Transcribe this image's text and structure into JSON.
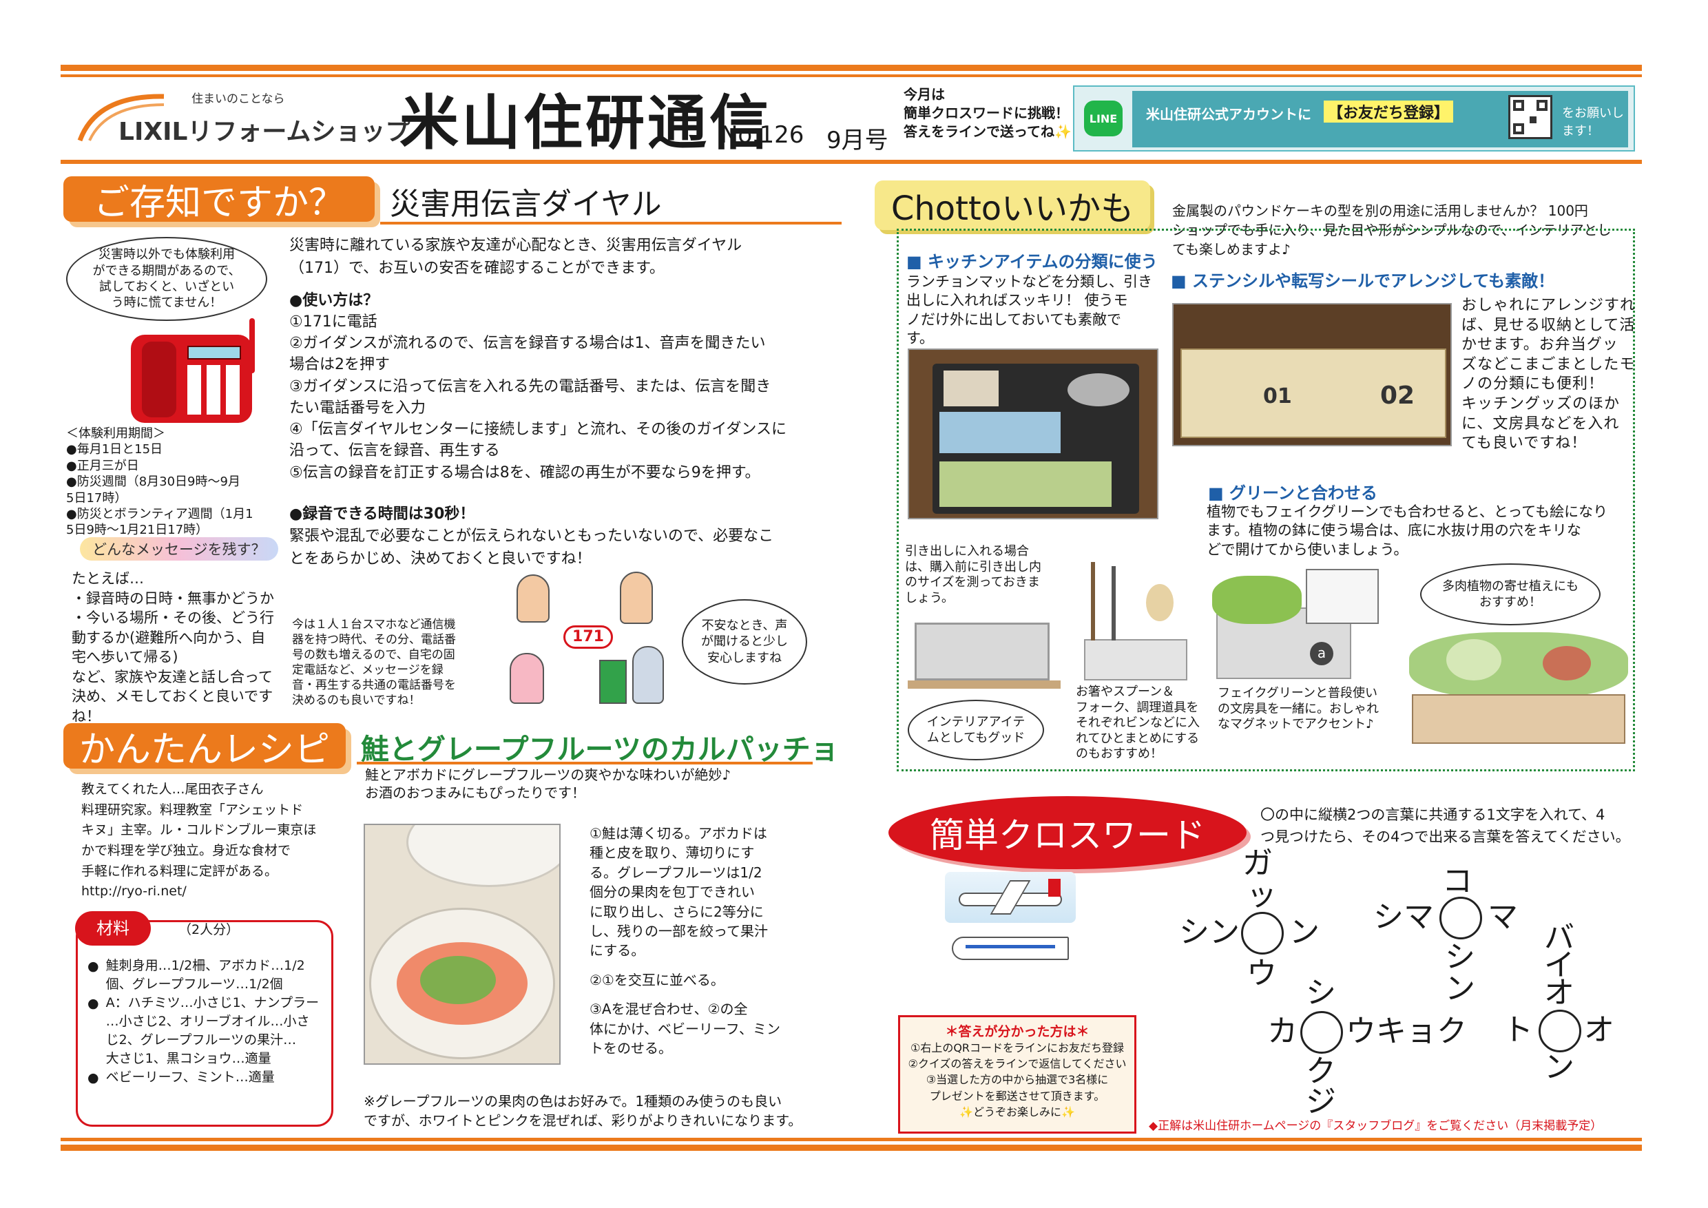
{
  "header": {
    "logo_tagline": "住まいのことなら",
    "logo_name": "LIXILリフォームショップ",
    "title": "米山住研通信",
    "issue_no": "No.126",
    "month": "9月号",
    "promo": "今月は\n簡単クロスワードに挑戦！\n答えをラインで送ってね✨",
    "line_label": "LINE",
    "line_text": "米山住研公式アカウントに",
    "line_highlight": "【お友だち登録】",
    "line_tail": "をお願いします！"
  },
  "know": {
    "badge": "ご存知ですか？",
    "title": "災害用伝言ダイヤル",
    "bubble": "災害時以外でも体験利用\nができる期間があるので、\n試しておくと、いざとい\nう時に慌てません！",
    "intro": "災害時に離れている家族や友達が心配なとき、災害用伝言ダイヤル\n（171）で、お互いの安否を確認することができます。",
    "howto_title": "●使い方は？",
    "steps": [
      "①171に電話",
      "②ガイダンスが流れるので、伝言を録音する場合は1、音声を聞きたい\n場合は2を押す",
      "③ガイダンスに沿って伝言を入れる先の電話番号、または、伝言を聞き\nたい電話番号を入力",
      "④「伝言ダイヤルセンターに接続します」と流れ、その後のガイダンスに\n沿って、伝言を録音、再生する",
      "⑤伝言の録音を訂正する場合は8を、確認の再生が不要なら9を押す。"
    ],
    "rec_title": "●録音できる時間は30秒！",
    "rec_text": "緊張や混乱で必要なことが伝えられないともったいないので、必要なこ\nとをあらかじめ、決めておくと良いですね！",
    "trial": "＜体験利用期間＞\n●毎月1日と15日\n●正月三が日\n●防災週間（8月30日9時～9月\n5日17時）\n●防災とボランティア週間（1月1\n5日9時～1月21日17時）",
    "msg_badge": "どんなメッセージを残す？",
    "msg_text": "たとえば…\n・録音時の日時・無事かどうか\n・今いる場所・その後、どう行\n動するか(避難所へ向かう、自\n宅へ歩いて帰る)\nなど、家族や友達と話し合って\n決め、メモしておくと良いです\nね！",
    "note": "今は１人１台スマホなど通信機\n器を持つ時代、その分、電話番\n号の数も増えるので、自宅の固\n定電話など、メッセージを録\n音・再生する共通の電話番号を\n決めるのも良いですね！",
    "center_label": "171",
    "bubble2": "不安なとき、声\nが聞けると少し\n安心しますね"
  },
  "recipe": {
    "badge": "かんたんレシピ",
    "title": "鮭とグレープフルーツのカルパッチョ",
    "subtitle": "鮭とアボカドにグレープフルーツの爽やかな味わいが絶妙♪\nお酒のおつまみにもぴったりです！",
    "teacher": "教えてくれた人…尾田衣子さん\n料理研究家。料理教室「アシェットド\nキヌ」主宰。ル・コルドンブルー東京ほ\nかで料理を学び独立。身近な食材で\n手軽に作れる料理に定評がある。\nhttp://ryo-ri.net/",
    "ing_label": "材料",
    "ing_serv": "（2人分）",
    "ingredients": [
      "鮭刺身用…1/2柵、アボカド…1/2\n個、グレープフルーツ…1/2個",
      "A：ハチミツ…小さじ1、ナンプラー\n…小さじ2、オリーブオイル…小さ\nじ2、グレープフルーツの果汁…\n大さじ1、黒コショウ…適量",
      "ベビーリーフ、ミント…適量"
    ],
    "steps": [
      "①鮭は薄く切る。アボカドは\n種と皮を取り、薄切りにす\nる。グレープフルーツは1/2\n個分の果肉を包丁できれい\nに取り出し、さらに2等分に\nし、残りの一部を絞って果汁\nにする。",
      "②①を交互に並べる。",
      "③Aを混ぜ合わせ、②の全\n体にかけ、ベビーリーフ、ミン\nトをのせる。"
    ],
    "note": "※グレープフルーツの果肉の色はお好みで。1種類のみ使うのも良い\nですが、ホワイトとピンクを混ぜれば、彩りがよりきれいになります。"
  },
  "chotto": {
    "badge": "Chottoいいかも",
    "intro": "金属製のパウンドケーキの型を別の用途に活用しませんか？ 100円\nショップでも手に入り、見た目や形がシンプルなので、インテリアとし\nても楽しめますよ♪",
    "kitchen_title": "■ キッチンアイテムの分類に使う",
    "kitchen_text": "ランチョンマットなどを分類し、引き\n出しに入れればスッキリ！ 使うモ\nノだけ外に出しておいても素敵で\nす。",
    "stencil_title": "■ ステンシルや転写シールでアレンジしても素敵！",
    "stencil_text": "おしゃれにアレンジすれ\nば、見せる収納として活\nかせます。お弁当グッ\nズなどこまごまとしたモ\nノの分類にも便利！\nキッチングッズのほか\nに、文房具などを入れ\nても良いですね！",
    "box1": "01",
    "box2": "02",
    "green_title": "■ グリーンと合わせる",
    "green_text": "植物でもフェイクグリーンでも合わせると、とっても絵になり\nます。植物の鉢に使う場合は、底に水抜け用の穴をキリな\nどで開けてから使いましょう。",
    "drawer_note": "引き出しに入れる場合\nは、購入前に引き出し内\nのサイズを測っておきま\nしょう。",
    "interior_bubble": "インテリアアイテ\nムとしてもグッド",
    "utensil_note": "お箸やスプーン＆\nフォーク、調理道具を\nそれぞれビンなどに入\nれてひとまとめにする\nのもおすすめ！",
    "fake_note": "フェイクグリーンと普段使い\nの文房具を一緒に。おしゃれ\nなマグネットでアクセント♪",
    "succulent_bubble": "多肉植物の寄せ植えにも\nおすすめ！",
    "magnet": "a"
  },
  "crossword": {
    "badge": "簡単クロスワード",
    "intro": "〇の中に縦横2つの言葉に共通する1文字を入れて、4\nつ見つけたら、その4つで出来る言葉を答えてください。",
    "p1": {
      "up": [
        "ガ",
        "ッ"
      ],
      "left": [
        "シ",
        "ン"
      ],
      "right": [
        "ン"
      ],
      "down": [
        "ウ"
      ]
    },
    "p2": {
      "up": [
        "コ"
      ],
      "left": [
        "シ",
        "マ"
      ],
      "right": [
        "マ"
      ],
      "down": [
        "シ",
        "ン"
      ]
    },
    "p3": {
      "up": [
        "シ"
      ],
      "left": [
        "カ"
      ],
      "right": [
        "ウ",
        "キ",
        "ョ",
        "ク"
      ],
      "down": [
        "ク",
        "ジ"
      ]
    },
    "p4": {
      "up": [
        "バ",
        "イ",
        "オ"
      ],
      "left": [
        "ト"
      ],
      "right": [
        "オ"
      ],
      "down": [
        "ン"
      ]
    },
    "howto_title": "＊答えが分かった方は＊",
    "howto": [
      "①右上のQRコードをラインにお友だち登録",
      "②クイズの答えをラインで返信してください",
      "③当選した方の中から抽選で3名様に\nプレゼントを郵送させて頂きます。",
      "✨どうぞお楽しみに✨"
    ],
    "footer": "◆正解は米山住研ホームページの『スタッフブログ』をご覧ください（月末掲載予定）"
  },
  "colors": {
    "orange": "#ec7a1c",
    "blue": "#1f5fa8",
    "green_title": "#238a3a",
    "red": "#d8141c"
  }
}
